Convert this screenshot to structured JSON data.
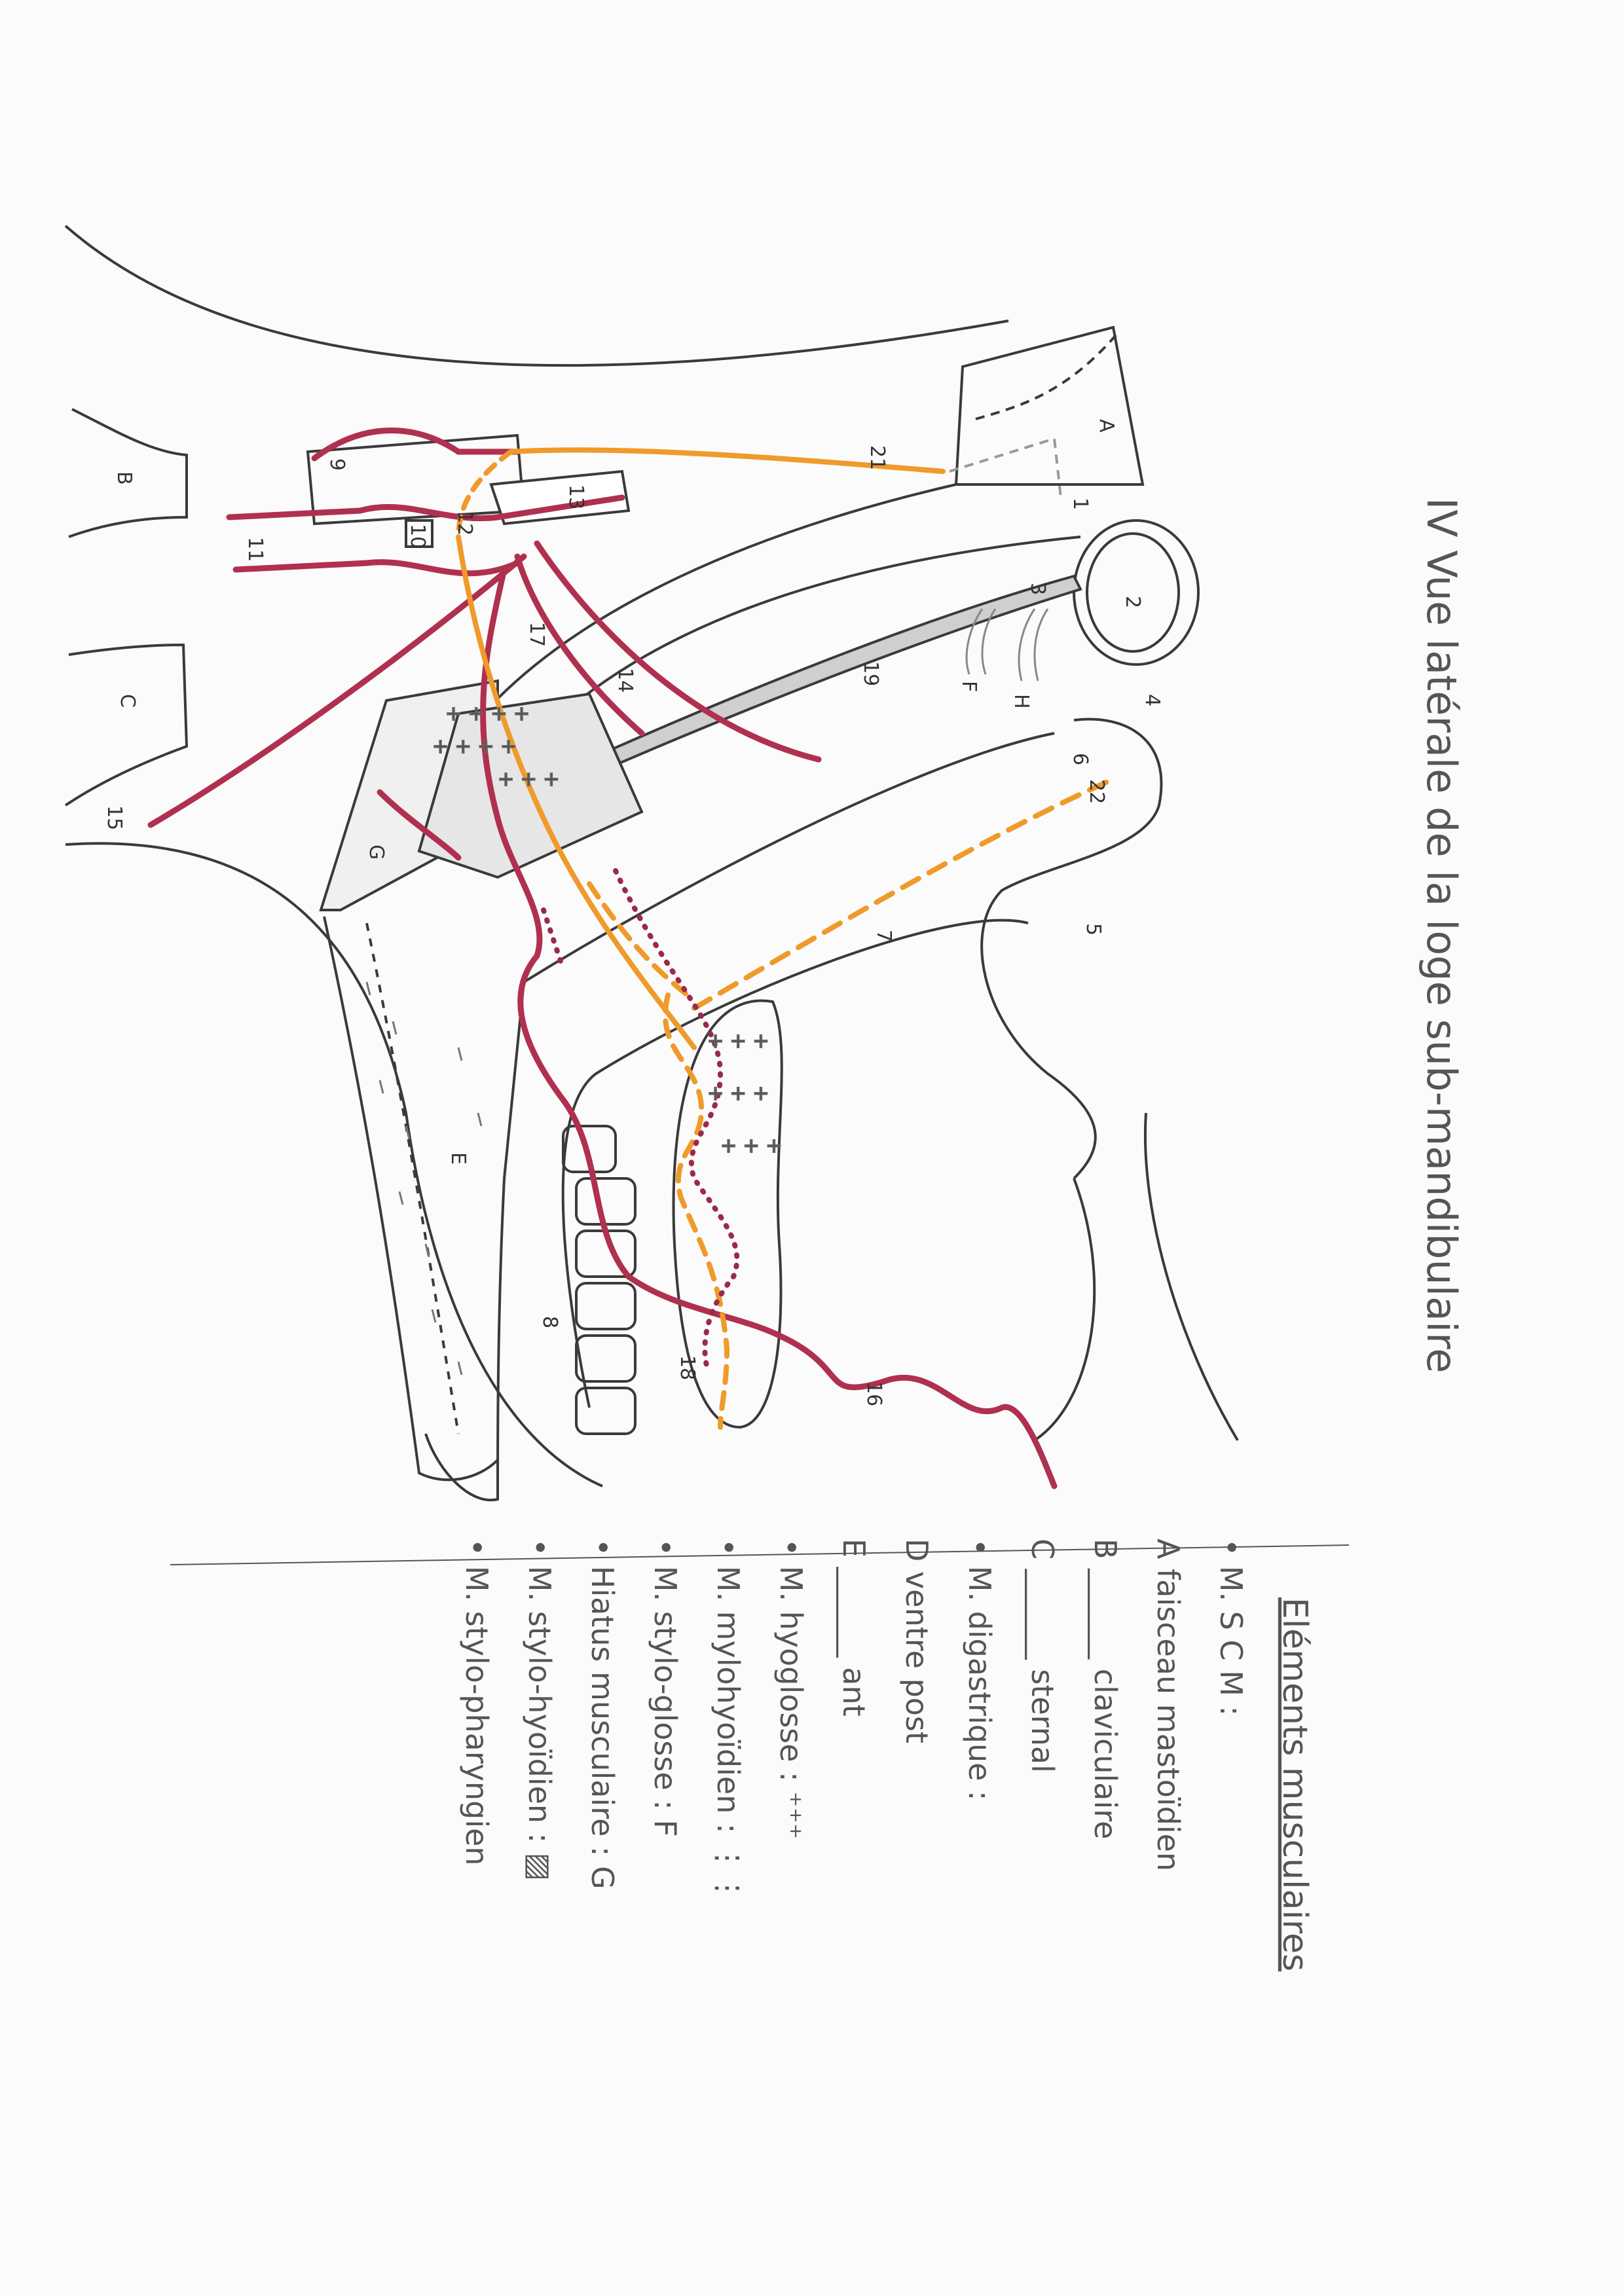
{
  "title": "IV  Vue latérale de la loge sub-mandibulaire",
  "legend": {
    "heading": "Eléments musculaires",
    "entries": [
      "• M. S C M :",
      "A faisceau mastoïdien",
      "B ______ claviculaire",
      "C ______ sternal",
      "• M. digastrique :",
      "D ventre post",
      "E ______ ant",
      "• M. hyoglosse : ⁺⁺⁺",
      "• M. mylohyoïdien : ⋮⋮",
      "• M. stylo-glosse : F",
      "• Hiatus musculaire : G",
      "• M. stylo-hyoïdien : ▨",
      "• M. stylo-pharyngien"
    ]
  },
  "labels": {
    "A": "A",
    "B": "B",
    "C": "C",
    "E": "E",
    "F": "F",
    "G": "G",
    "H": "H",
    "n1": "1",
    "n2": "2",
    "n3": "3",
    "n4": "4",
    "n5": "5",
    "n6": "6",
    "n7": "7",
    "n8": "8",
    "n9": "9",
    "n10": "10",
    "n11": "11",
    "n12": "12",
    "n13": "13",
    "n14": "14",
    "n15": "15",
    "n16": "16",
    "n17": "17",
    "n18": "18",
    "n19": "19",
    "n21": "21",
    "n22": "22"
  },
  "colors": {
    "ink": "#3a3a3a",
    "vessel": "#b0304f",
    "nerve": "#ef9a2a",
    "gland_dots": "#9b2a4a"
  }
}
